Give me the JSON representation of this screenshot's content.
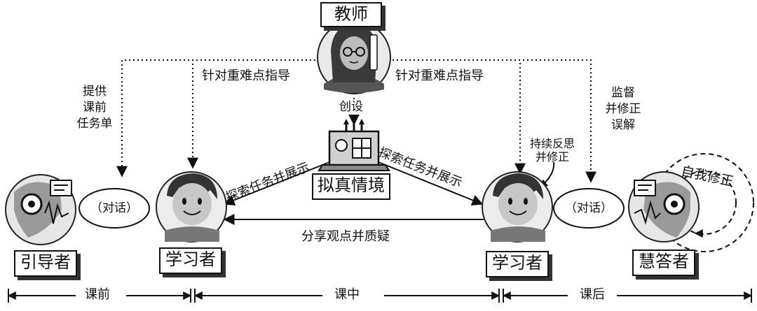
{
  "roles": {
    "teacher": "教师",
    "guide": "引导者",
    "learner_left": "学习者",
    "learner_right": "学习者",
    "answerer": "慧答者"
  },
  "scenario": {
    "label": "拟真情境"
  },
  "labels": {
    "create": "创设",
    "guide_left": "针对重难点指导",
    "guide_right": "针对重难点指导",
    "provide_task": [
      "提供",
      "课前",
      "任务单"
    ],
    "supervise": [
      "监督",
      "并修正",
      "误解"
    ],
    "explore_left": "探索任务并展示",
    "explore_right": "探索任务并展示",
    "share": "分享观点并质疑",
    "reflect": [
      "持续反思",
      "并修正"
    ],
    "self_correct": "自我修正",
    "dialog_left": "（对话）",
    "dialog_right": "（对话）"
  },
  "timeline": {
    "before": "课前",
    "during": "课中",
    "after": "课后"
  },
  "icons": [
    "teacher-avatar-icon",
    "robot-headset-icon",
    "student-avatar-icon",
    "laptop-scenario-icon",
    "robot-answerer-icon"
  ]
}
